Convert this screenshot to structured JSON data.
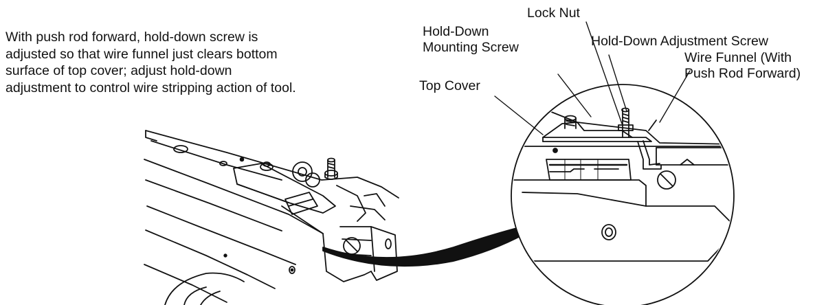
{
  "caption": "With push rod forward, hold-down screw is\nadjusted so that wire funnel just clears bottom\nsurface of top cover; adjust hold-down\nadjustment to control wire stripping action of tool.",
  "callouts": {
    "lock_nut": "Lock Nut",
    "mounting_screw": "Hold-Down\nMounting Screw",
    "adjustment_screw": "Hold-Down Adjustment Screw",
    "wire_funnel": "Wire Funnel (With\nPush Rod Forward)",
    "top_cover": "Top Cover"
  }
}
